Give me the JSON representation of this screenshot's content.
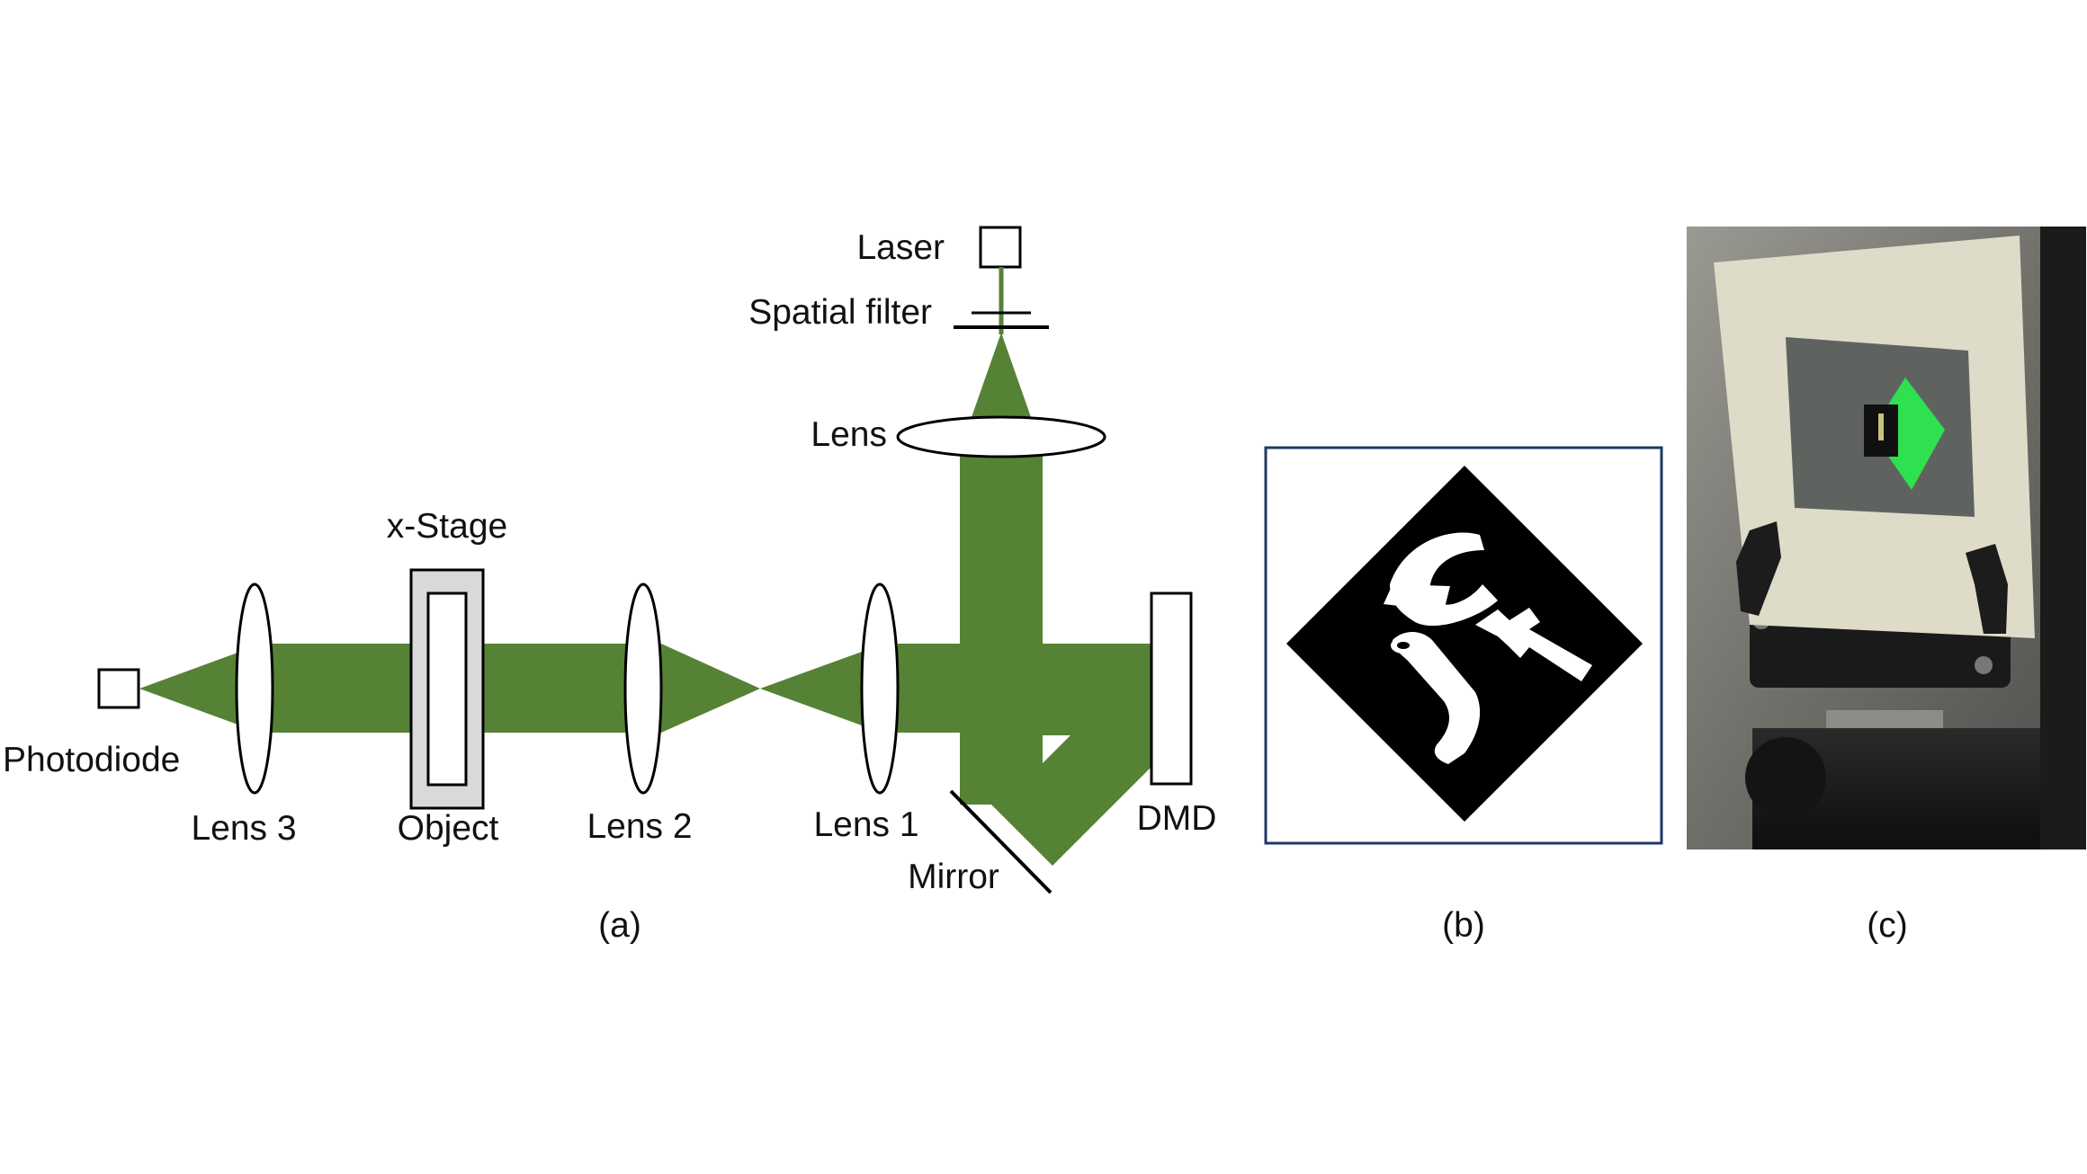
{
  "panel_a": {
    "labels": {
      "laser": "Laser",
      "spatial_filter": "Spatial filter",
      "lens": "Lens",
      "x_stage": "x-Stage",
      "photodiode": "Photodiode",
      "lens3": "Lens 3",
      "object": "Object",
      "lens2": "Lens 2",
      "lens1": "Lens 1",
      "mirror": "Mirror",
      "dmd": "DMD"
    },
    "caption": "(a)"
  },
  "panel_b": {
    "caption": "(b)"
  },
  "panel_c": {
    "caption": "(c)"
  },
  "colors": {
    "beam": "#568235",
    "outline": "#000000",
    "stage_fill": "#d9d9d9",
    "pattern_frame": "#1f3864",
    "photo_bg": "#8a8a84",
    "photo_card": "#dedbc8",
    "photo_green": "#2fe04f"
  }
}
